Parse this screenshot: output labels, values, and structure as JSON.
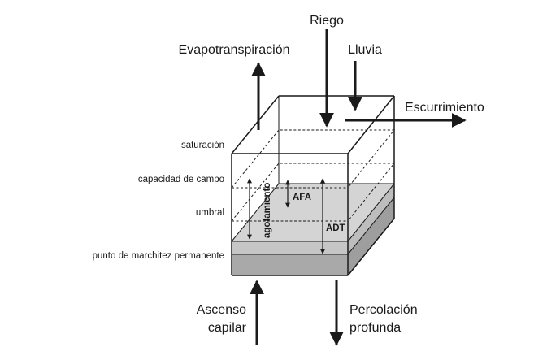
{
  "flows": {
    "riego": "Riego",
    "evapotranspiracion": "Evapotranspiración",
    "lluvia": "Lluvia",
    "escurrimiento": "Escurrimiento",
    "ascenso_line1": "Ascenso",
    "ascenso_line2": "capilar",
    "percolacion_line1": "Percolación",
    "percolacion_line2": "profunda"
  },
  "levels": {
    "saturacion": "saturación",
    "capacidad": "capacidad de campo",
    "umbral": "umbral",
    "marchitez": "punto de marchitez permanente"
  },
  "measures": {
    "afa": "AFA",
    "adt": "ADT",
    "agotamiento": "agotamiento"
  },
  "colors": {
    "water_light": "#d3d3d3",
    "water_mid": "#bdbdbd",
    "water_dark": "#a6a6a6",
    "line": "#1a1a1a"
  }
}
